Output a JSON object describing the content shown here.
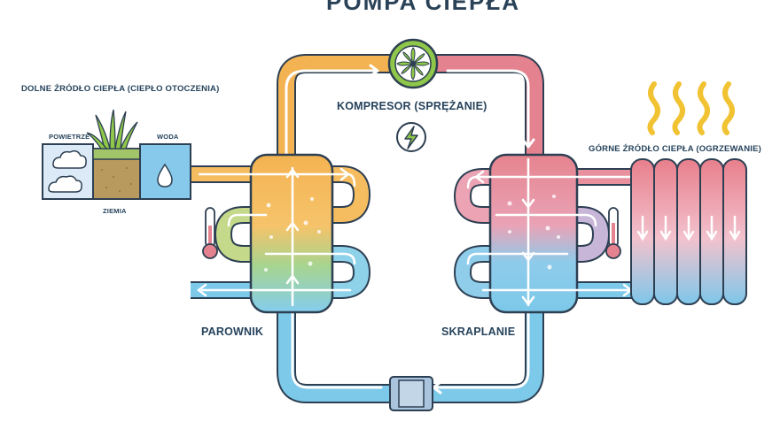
{
  "title": "POMPA CIEPŁA",
  "labels": {
    "lower_source": "DOLNE ŹRÓDŁO CIEPŁA (CIEPŁO OTOCZENIA)",
    "upper_source": "GÓRNE ŹRÓDŁO CIEPŁA (OGRZEWANIE)",
    "compressor": "KOMPRESOR (SPRĘŻANIE)",
    "evaporator": "PAROWNIK",
    "condenser": "SKRAPLANIE",
    "air": "POWIETRZE",
    "water": "WODA",
    "ground": "ZIEMIA"
  },
  "colors": {
    "hot": "#e5828f",
    "warm": "#f3b352",
    "green": "#a5cf86",
    "cold": "#7cc9ea",
    "outline": "#2d3f52",
    "heat_waves": "#f1c232",
    "fan": "#8fc74a"
  },
  "icons": [
    "fan-icon",
    "lightning-icon",
    "thermometer-icon",
    "radiator-icon",
    "cloud-icon",
    "grass-icon",
    "water-drop-icon",
    "heat-wave-icon"
  ]
}
